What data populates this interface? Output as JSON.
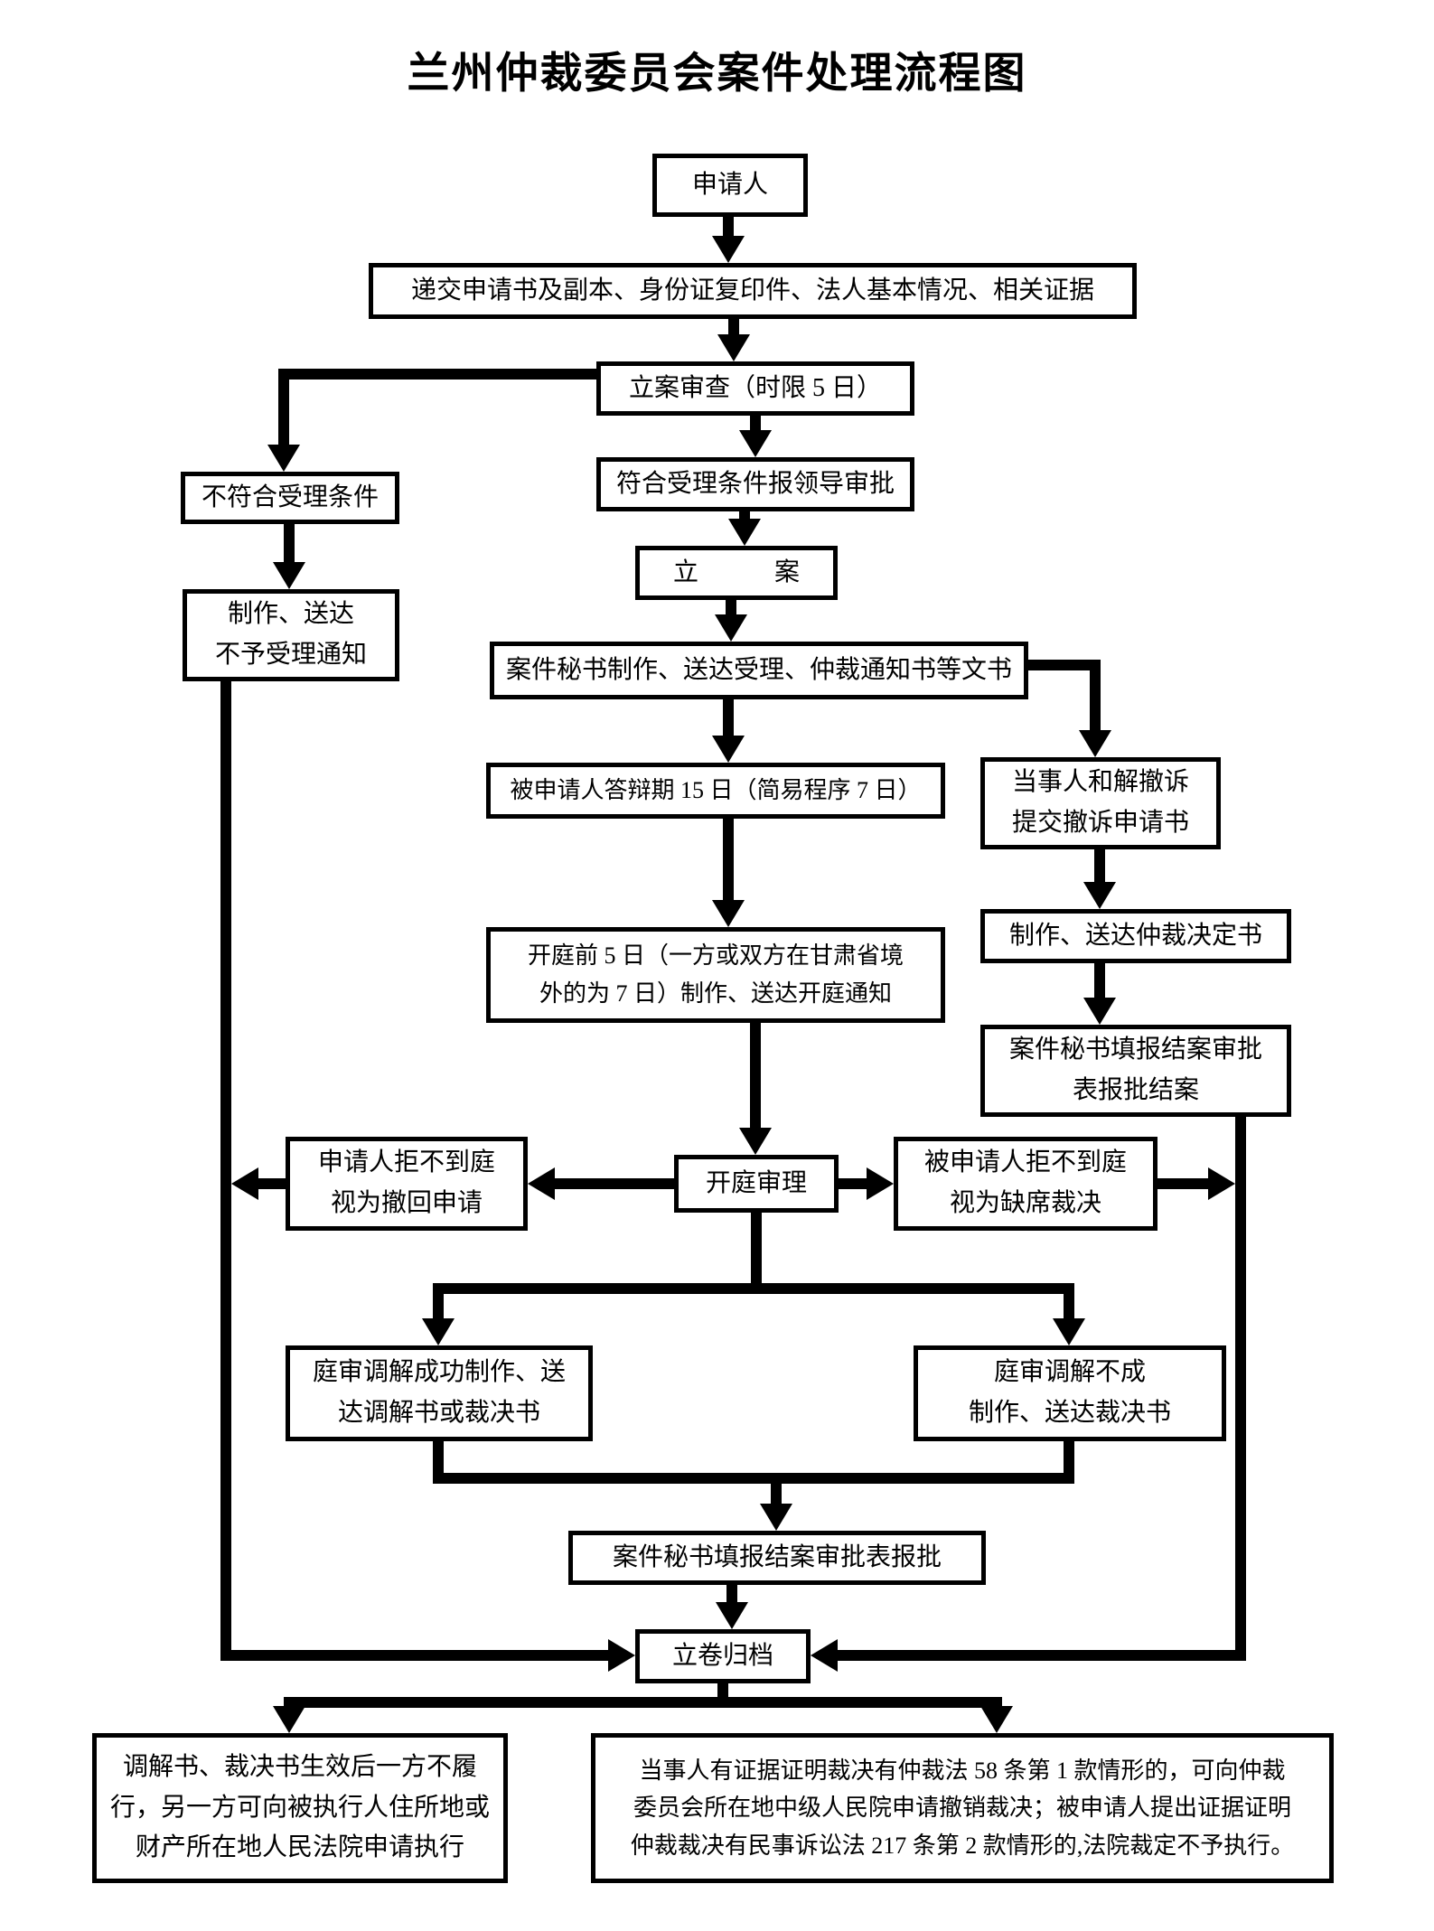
{
  "title": "兰州仲裁委员会案件处理流程图",
  "colors": {
    "line": "#000000",
    "box_border": "#000000",
    "background": "#ffffff",
    "text": "#000000"
  },
  "nodes": {
    "applicant": "申请人",
    "submit": "递交申请书及副本、身份证复印件、法人基本情况、相关证据",
    "review": "立案审查（时限 5 日）",
    "not_qualified": "不符合受理条件",
    "qualified": "符合受理条件报领导审批",
    "file_case": "立　　　案",
    "make_notice": "制作、送达\n不予受理通知",
    "secretary_docs": "案件秘书制作、送达受理、仲裁通知书等文书",
    "defense_period": "被申请人答辩期 15 日（简易程序 7 日）",
    "settle_withdraw": "当事人和解撤诉\n提交撤诉申请书",
    "hearing_notice": "开庭前 5 日（一方或双方在甘肃省境\n外的为 7 日）制作、送达开庭通知",
    "decision_doc": "制作、送达仲裁决定书",
    "close_report_right": "案件秘书填报结案审批\n表报批结案",
    "hearing": "开庭审理",
    "applicant_absent": "申请人拒不到庭\n视为撤回申请",
    "respondent_absent": "被申请人拒不到庭\n视为缺席裁决",
    "mediation_success": "庭审调解成功制作、送\n达调解书或裁决书",
    "mediation_fail": "庭审调解不成\n制作、送达裁决书",
    "close_report_main": "案件秘书填报结案审批表报批",
    "archive": "立卷归档",
    "enforce_court": "调解书、裁决书生效后一方不履\n行，另一方可向被执行人住所地或\n财产所在地人民法院申请执行",
    "revoke_award": "当事人有证据证明裁决有仲裁法 58 条第 1 款情形的，可向仲裁\n委员会所在地中级人民院申请撤销裁决；被申请人提出证据证明\n仲裁裁决有民事诉讼法 217 条第 2 款情形的,法院裁定不予执行。"
  },
  "edges": [
    {
      "from": "applicant",
      "to": "submit"
    },
    {
      "from": "submit",
      "to": "review"
    },
    {
      "from": "review",
      "to": "not_qualified"
    },
    {
      "from": "review",
      "to": "qualified"
    },
    {
      "from": "not_qualified",
      "to": "make_notice"
    },
    {
      "from": "qualified",
      "to": "file_case"
    },
    {
      "from": "file_case",
      "to": "secretary_docs"
    },
    {
      "from": "secretary_docs",
      "to": "defense_period"
    },
    {
      "from": "secretary_docs",
      "to": "settle_withdraw"
    },
    {
      "from": "defense_period",
      "to": "hearing_notice"
    },
    {
      "from": "settle_withdraw",
      "to": "decision_doc"
    },
    {
      "from": "decision_doc",
      "to": "close_report_right"
    },
    {
      "from": "close_report_right",
      "to": "archive"
    },
    {
      "from": "hearing_notice",
      "to": "hearing"
    },
    {
      "from": "hearing",
      "to": "applicant_absent"
    },
    {
      "from": "applicant_absent",
      "to": "archive"
    },
    {
      "from": "hearing",
      "to": "respondent_absent"
    },
    {
      "from": "respondent_absent",
      "to": "archive"
    },
    {
      "from": "hearing",
      "to": "mediation_success"
    },
    {
      "from": "hearing",
      "to": "mediation_fail"
    },
    {
      "from": "mediation_success",
      "to": "close_report_main"
    },
    {
      "from": "mediation_fail",
      "to": "close_report_main"
    },
    {
      "from": "close_report_main",
      "to": "archive"
    },
    {
      "from": "make_notice",
      "to": "archive"
    },
    {
      "from": "archive",
      "to": "enforce_court"
    },
    {
      "from": "archive",
      "to": "revoke_award"
    }
  ]
}
